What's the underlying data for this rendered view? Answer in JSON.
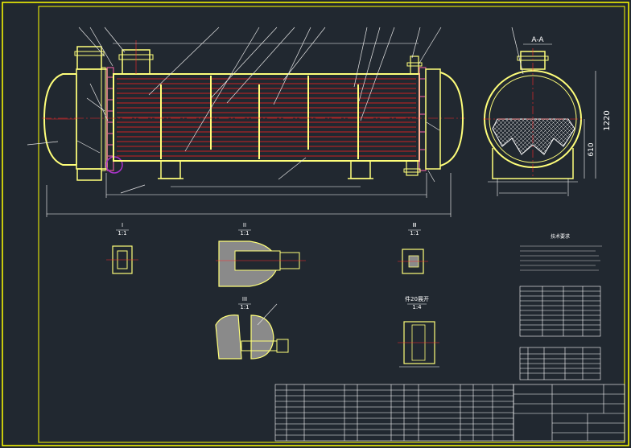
{
  "views": {
    "section": {
      "title": "A-A",
      "dim_height": "1220",
      "dim_lower": "610"
    },
    "detail_1": {
      "label": "I",
      "scale": "1:1"
    },
    "detail_2": {
      "label": "II",
      "scale": "1:1"
    },
    "detail_3": {
      "label": "III",
      "scale": "1:1"
    },
    "detail_4": {
      "label": "",
      "scale": "1:1"
    },
    "detail_5": {
      "label": "",
      "scale": "1:4"
    }
  },
  "tech_requirements": {
    "title": "技术要求"
  },
  "colors": {
    "background": "#212830",
    "frame": "#ffff00",
    "shell": "#ffff7a",
    "tubes": "#cc2222",
    "centerline": "#ff2b2b",
    "dimension": "#ffffff",
    "leader": "#e6e6e6",
    "tubesheet": "#ff66aa",
    "hatch": "#dddddd"
  },
  "icons": {
    "shell": "cylinder-outline",
    "tube_bundle": "red-tube-lines",
    "section": "circle-with-mesh"
  }
}
